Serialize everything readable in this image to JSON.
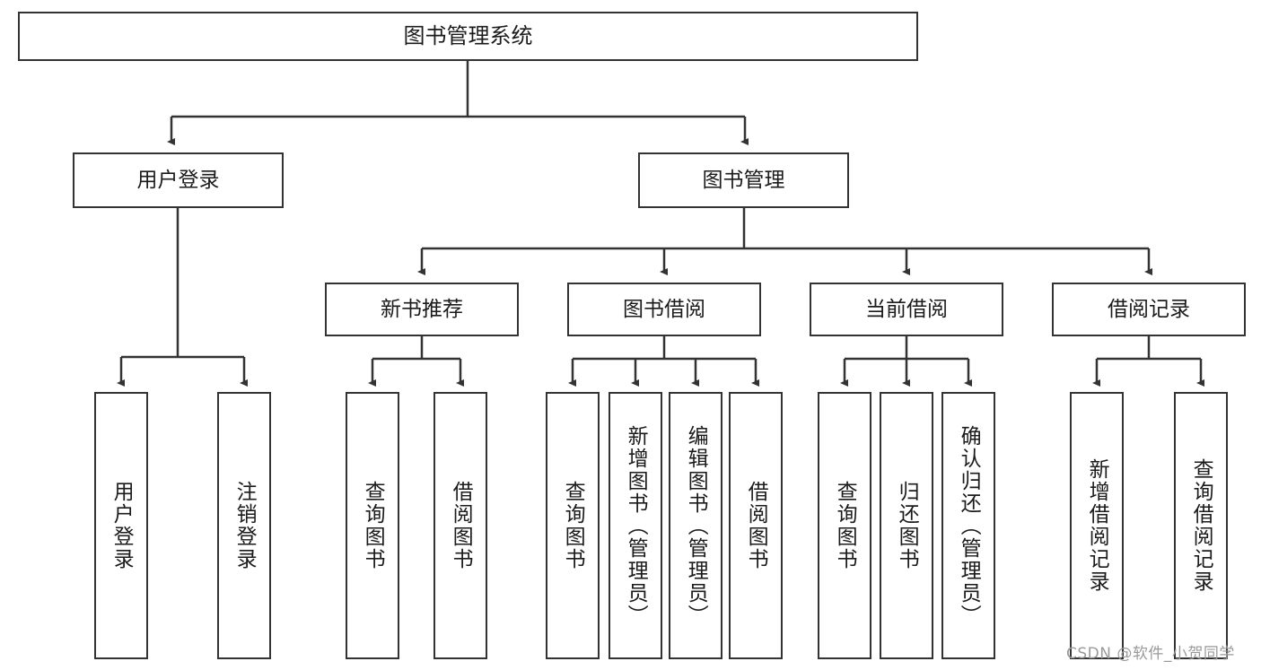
{
  "diagram": {
    "type": "tree",
    "title": "图书管理系统",
    "orientation": "top-down",
    "colors": {
      "node_border": "#333333",
      "node_fill": "#ffffff",
      "edge": "#333333",
      "text": "#1b1b1b",
      "watermark": "#9a9a9a",
      "background": "#ffffff"
    },
    "root": {
      "label": "图书管理系统"
    },
    "level2": [
      {
        "label": "用户登录"
      },
      {
        "label": "图书管理"
      }
    ],
    "level3": [
      {
        "label": "新书推荐"
      },
      {
        "label": "图书借阅"
      },
      {
        "label": "当前借阅"
      },
      {
        "label": "借阅记录"
      }
    ],
    "leaves": {
      "user_login": [
        {
          "label": "用户登录"
        },
        {
          "label": "注销登录"
        }
      ],
      "new_book_recommend": [
        {
          "label": "查询图书"
        },
        {
          "label": "借阅图书"
        }
      ],
      "book_borrow": [
        {
          "label": "查询图书"
        },
        {
          "label": "新增图书（管理员）"
        },
        {
          "label": "编辑图书（管理员）"
        },
        {
          "label": "借阅图书"
        }
      ],
      "current_borrow": [
        {
          "label": "查询图书"
        },
        {
          "label": "归还图书"
        },
        {
          "label": "确认归还（管理员）"
        }
      ],
      "borrow_record": [
        {
          "label": "新增借阅记录"
        },
        {
          "label": "查询借阅记录"
        }
      ]
    }
  },
  "watermark": {
    "text": "CSDN @软件_小贺同学"
  }
}
